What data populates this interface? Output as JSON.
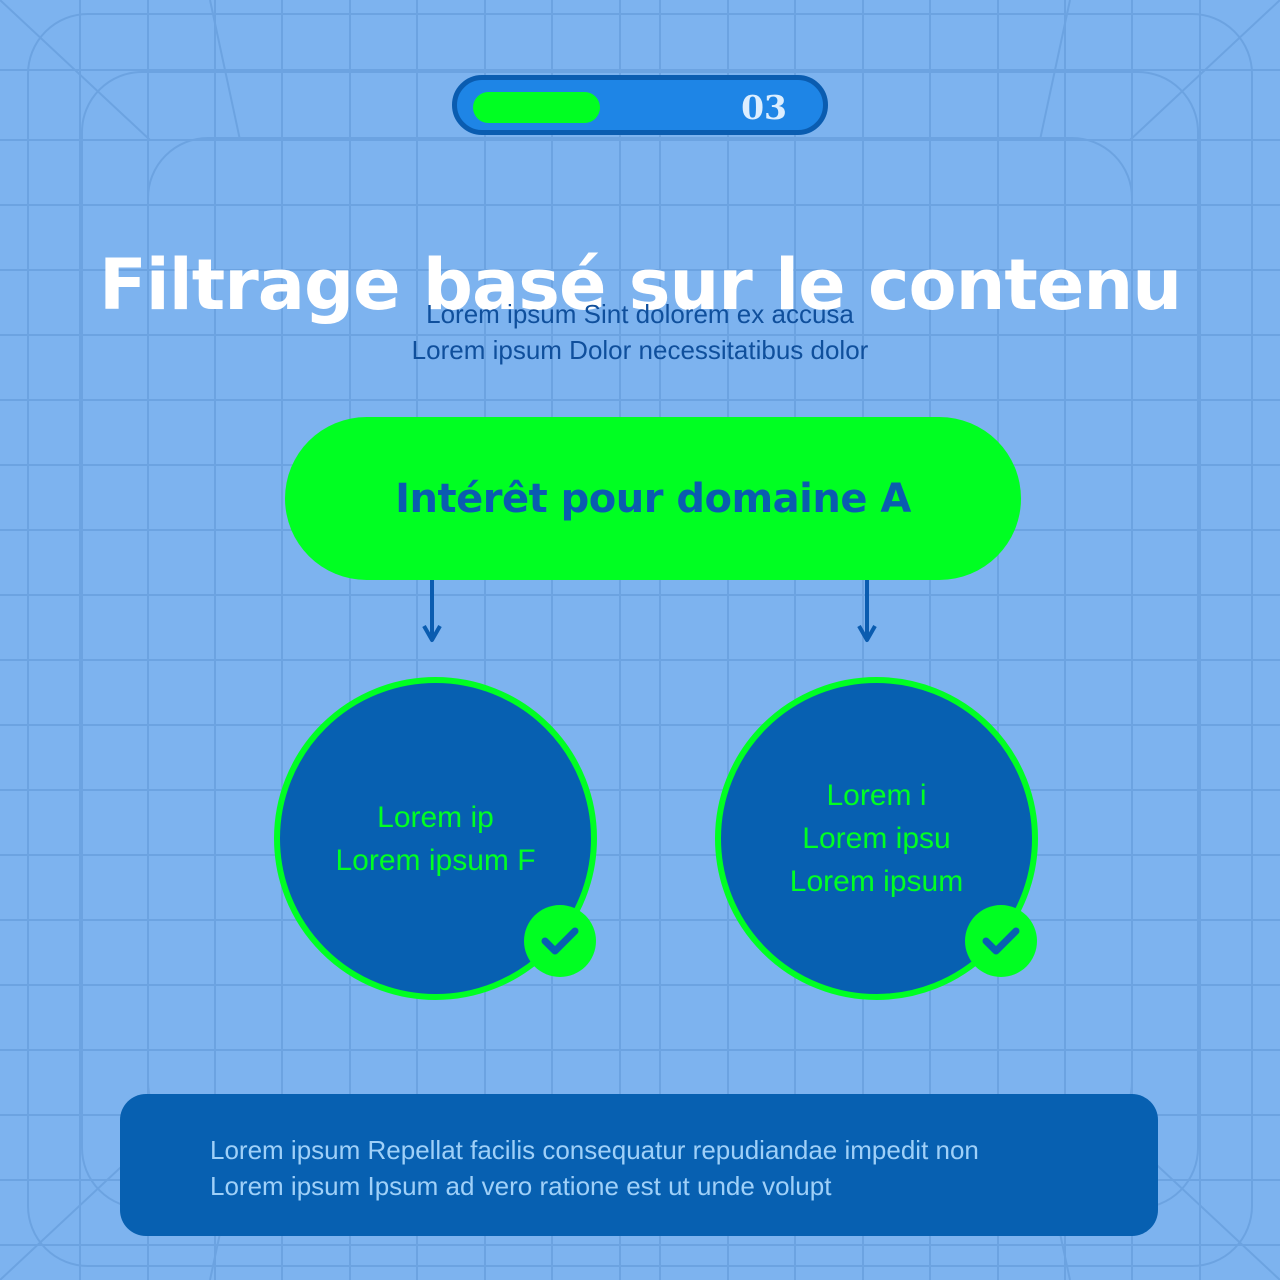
{
  "colors": {
    "background": "#7db3ef",
    "accent_green": "#00ff22",
    "dark_blue": "#0760b1",
    "title_white": "#ffffff"
  },
  "progress": {
    "label": "03",
    "fill_fraction": 0.38
  },
  "title": "Filtrage basé sur le contenu",
  "subtitle": {
    "line1": "Lorem ipsum Sint dolorem ex accusa",
    "line2": "Lorem ipsum Dolor necessitatibus dolor"
  },
  "root_node": {
    "label": "Intérêt pour domaine A"
  },
  "child_nodes": [
    {
      "lines": [
        "Lorem ip",
        "Lorem ipsum F"
      ],
      "icon": "check-icon"
    },
    {
      "lines": [
        "Lorem i",
        "Lorem ipsu",
        "Lorem ipsum"
      ],
      "icon": "check-icon"
    }
  ],
  "footer_note": {
    "line1": "Lorem ipsum Repellat facilis consequatur repudiandae impedit non",
    "line2": "Lorem ipsum Ipsum ad vero ratione est ut unde volupt"
  }
}
